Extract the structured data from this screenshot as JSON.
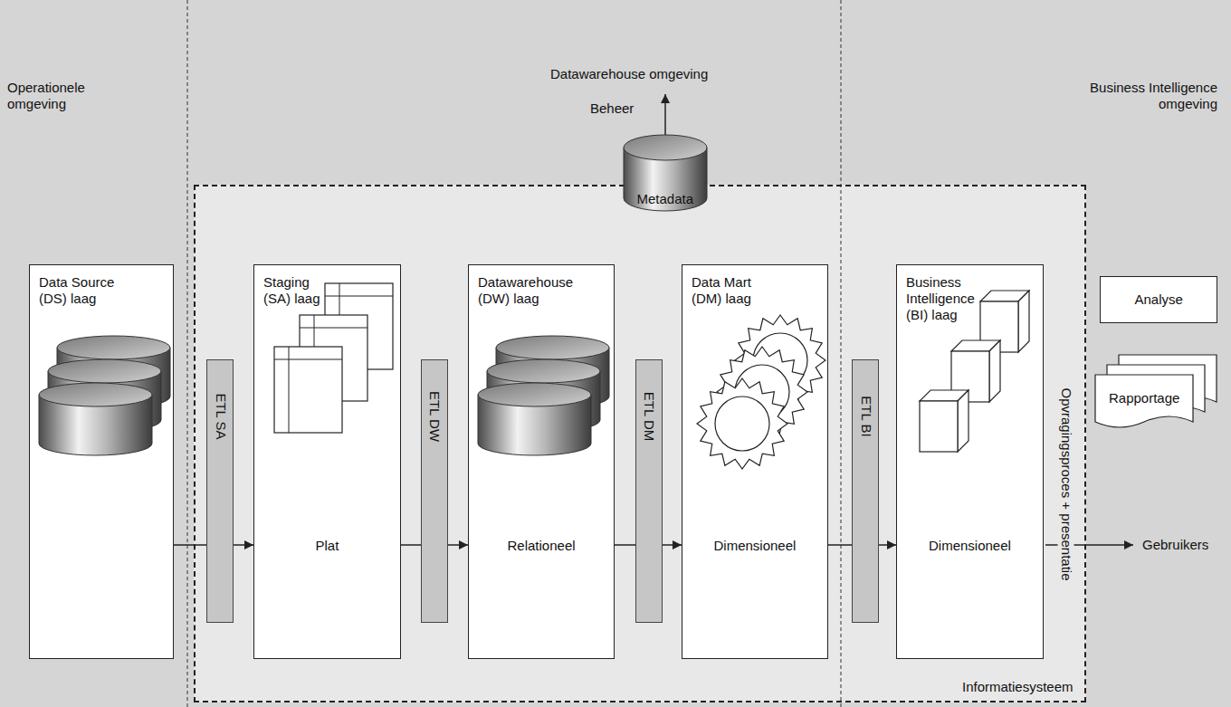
{
  "diagram": {
    "nodes": [
      {
        "text": [
          "Informatiesysteem"
        ]
      },
      {
        "text": [
          "Metadata"
        ],
        "in": 0
      },
      {
        "text": [
          "Data Source (DS) laag"
        ]
      },
      {
        "text": [
          "ETL SA"
        ],
        "in": 0
      },
      {
        "text": [
          "Staging (SA) laag",
          "Plat"
        ],
        "in": 0
      },
      {
        "text": [
          "ETL DW"
        ],
        "in": 0
      },
      {
        "text": [
          "Datawarehouse (DW) laag",
          "Relationeel"
        ],
        "in": 0
      },
      {
        "text": [
          "ETL DM"
        ],
        "in": 0
      },
      {
        "text": [
          "Data Mart (DM) laag",
          "Dimensioneel"
        ],
        "in": 0
      },
      {
        "text": [
          "ETL BI"
        ],
        "in": 0
      },
      {
        "text": [
          "Business Intelligence (BI) laag",
          "Dimensioneel"
        ],
        "in": 0
      },
      {
        "text": [
          "Analyse"
        ]
      },
      {
        "text": [
          "Rapportage"
        ]
      }
    ],
    "edges": [
      {
        "from": 2,
        "to": 4,
        "arrow": "to"
      },
      {
        "from": 4,
        "to": 6,
        "arrow": "to"
      },
      {
        "from": 6,
        "to": 8,
        "arrow": "to"
      },
      {
        "from": 8,
        "to": 10,
        "arrow": "to"
      }
    ],
    "labels": [
      "Operationele omgeving",
      "Datawarehouse omgeving",
      "Business Intelligence omgeving",
      "Beheer",
      "Opvragingsproces + presentatie",
      "Gebruikers"
    ]
  }
}
